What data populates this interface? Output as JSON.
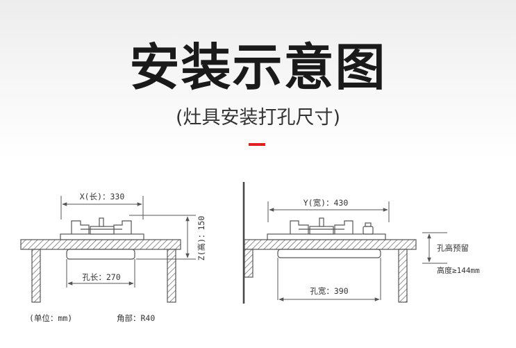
{
  "header": {
    "title": "安装示意图",
    "subtitle": "(灶具安装打孔尺寸)",
    "accent_color": "#e02020"
  },
  "left_diagram": {
    "x_label": "X(长)：330",
    "z_label": "Z(高)：150",
    "hole_length_label": "孔长：270"
  },
  "right_diagram": {
    "y_label": "Y(宽)：430",
    "hole_width_label": "孔宽：390",
    "reserve_label_1": "孔高预留",
    "reserve_label_2": "高度≥144mm"
  },
  "footer": {
    "unit_label": "(单位：mm)",
    "corner_label": "角部：R40"
  }
}
